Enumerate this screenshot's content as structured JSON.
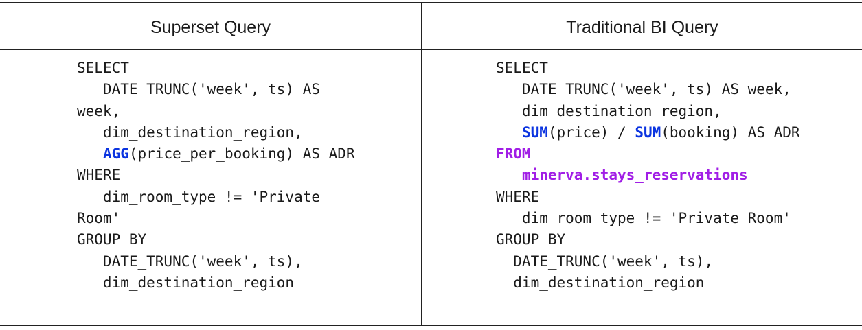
{
  "headers": {
    "left": "Superset Query",
    "right": "Traditional BI Query"
  },
  "superset_query": {
    "l1": "SELECT",
    "l2": "   DATE_TRUNC('week', ts) AS",
    "l3": "week,",
    "l4": "   dim_destination_region,",
    "l5_indent": "   ",
    "l5_fn": "AGG",
    "l5_rest": "(price_per_booking) AS ADR",
    "l6": "WHERE",
    "l7": "   dim_room_type != 'Private",
    "l8": "Room'",
    "l9": "GROUP BY",
    "l10": "   DATE_TRUNC('week', ts),",
    "l11": "   dim_destination_region"
  },
  "traditional_query": {
    "l1": "SELECT",
    "l2": "   DATE_TRUNC('week', ts) AS week,",
    "l3": "   dim_destination_region,",
    "l4_indent": "   ",
    "l4_fn1": "SUM",
    "l4_mid": "(price) / ",
    "l4_fn2": "SUM",
    "l4_rest": "(booking) AS ADR",
    "l5": "FROM",
    "l6_indent": "   ",
    "l6_table": "minerva.stays_reservations",
    "l7": "WHERE",
    "l8": "   dim_room_type != 'Private Room'",
    "l9": "GROUP BY",
    "l10": "  DATE_TRUNC('week', ts),",
    "l11": "  dim_destination_region"
  },
  "colors": {
    "function_keyword": "#0b34e0",
    "from_keyword": "#a11ee6",
    "rules": "#222222"
  }
}
